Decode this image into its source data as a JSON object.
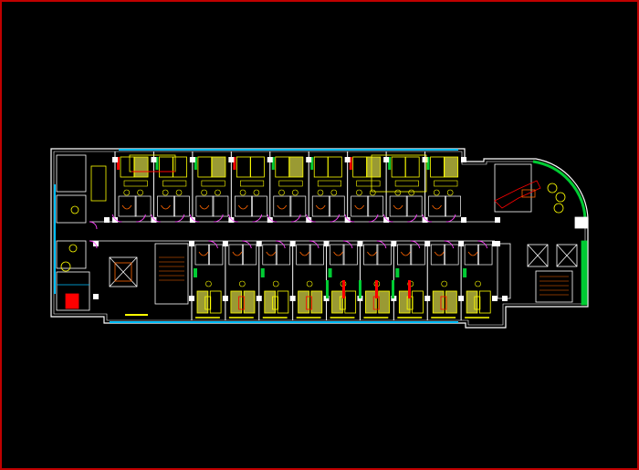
{
  "drawing": {
    "kind": "cad-floor-plan",
    "background_color": "#000000",
    "frame_color": "#c00000",
    "layer_colors": {
      "walls": "#ffffff",
      "windows": "#00bfff",
      "furniture": "#ffff00",
      "furniture_dark": "#9a9a33",
      "doors": "#ff44ff",
      "fixtures": "#ff6600",
      "columns": "#ffffff",
      "accent_green": "#00cc33",
      "accent_red": "#ff0000"
    },
    "room_count": {
      "north_row": 9,
      "south_row": 9
    },
    "stairs": 2,
    "elevators": 2,
    "text_labels": []
  }
}
